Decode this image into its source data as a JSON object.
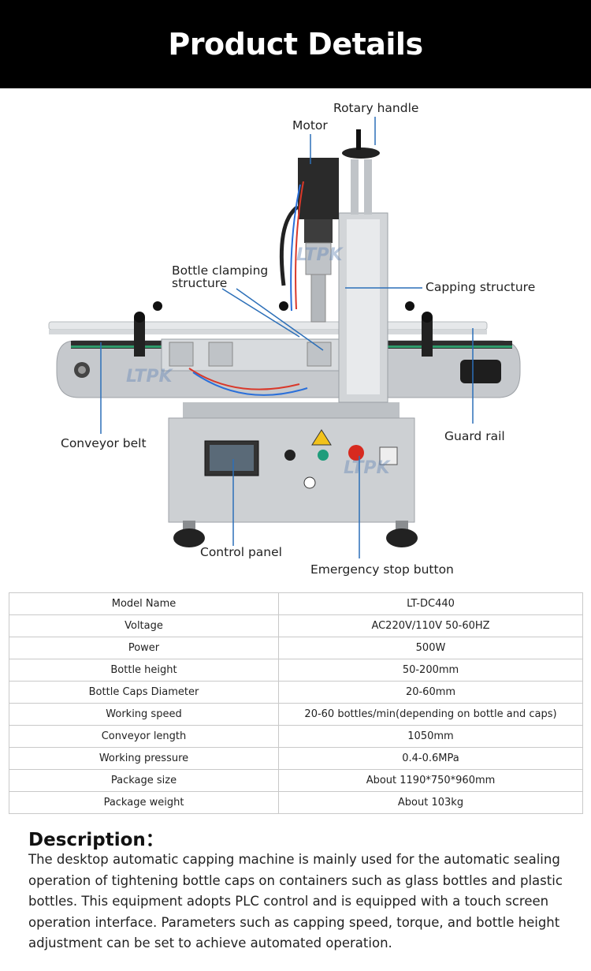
{
  "header": {
    "title": "Product Details"
  },
  "figure": {
    "watermark": "LTPK",
    "callouts": {
      "rotary_handle": "Rotary handle",
      "motor": "Motor",
      "bottle_clamping": "Bottle clamping",
      "bottle_clamping_2": "structure",
      "capping_structure": "Capping structure",
      "conveyor_belt": "Conveyor belt",
      "guard_rail": "Guard rail",
      "control_panel": "Control panel",
      "emergency_stop": "Emergency stop button"
    },
    "colors": {
      "leader_line": "#2c6fb8",
      "steel": "#c9ccd0",
      "belt": "#2d2d2d"
    }
  },
  "specs": [
    {
      "label": "Model Name",
      "value": "LT-DC440"
    },
    {
      "label": "Voltage",
      "value": "AC220V/110V 50-60HZ"
    },
    {
      "label": "Power",
      "value": "500W"
    },
    {
      "label": "Bottle height",
      "value": "50-200mm"
    },
    {
      "label": "Bottle Caps Diameter",
      "value": "20-60mm"
    },
    {
      "label": "Working speed",
      "value": "20-60 bottles/min(depending on bottle and caps)"
    },
    {
      "label": "Conveyor length",
      "value": "1050mm"
    },
    {
      "label": "Working pressure",
      "value": "0.4-0.6MPa"
    },
    {
      "label": "Package size",
      "value": "About 1190*750*960mm"
    },
    {
      "label": "Package weight",
      "value": "About 103kg"
    }
  ],
  "description": {
    "title": "Description：",
    "body": "The desktop automatic capping machine is mainly used for the automatic sealing operation of tightening bottle caps on containers such as glass bottles and plastic bottles. This equipment adopts PLC control and is equipped with a touch screen operation interface. Parameters such as capping speed, torque, and bottle height adjustment can be set to achieve automated operation."
  }
}
